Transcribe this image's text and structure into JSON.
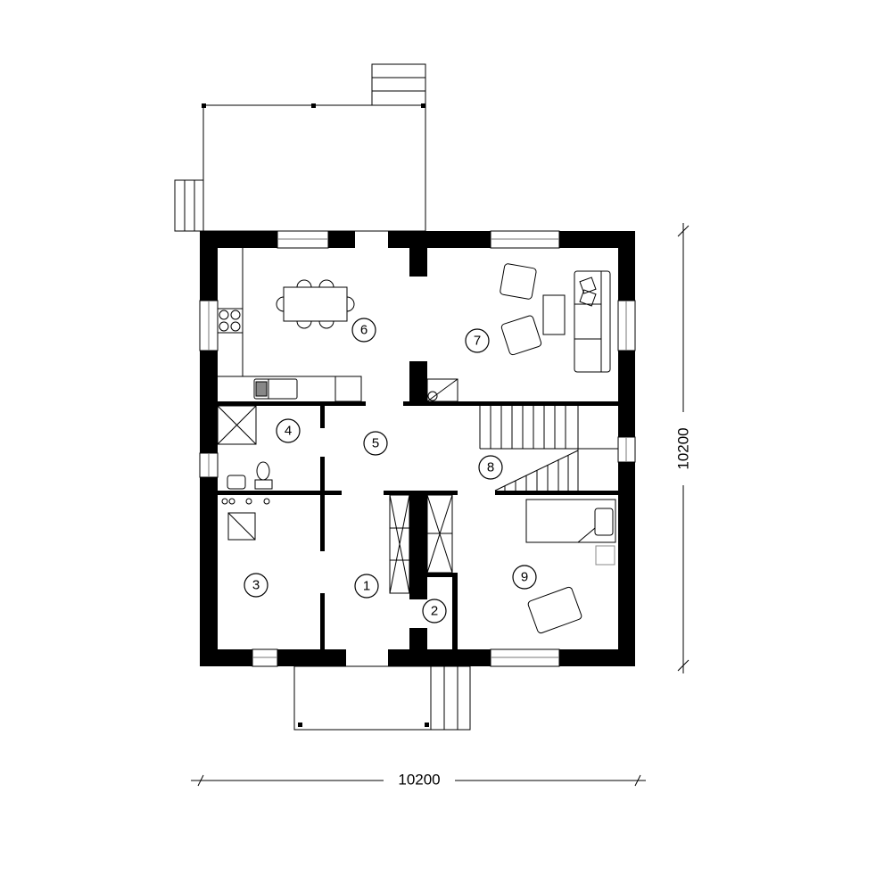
{
  "dimensions": {
    "width_label": "10200",
    "height_label": "10200"
  },
  "rooms": [
    {
      "number": "1"
    },
    {
      "number": "2"
    },
    {
      "number": "3"
    },
    {
      "number": "4"
    },
    {
      "number": "5"
    },
    {
      "number": "6"
    },
    {
      "number": "7"
    },
    {
      "number": "8"
    },
    {
      "number": "9"
    }
  ]
}
